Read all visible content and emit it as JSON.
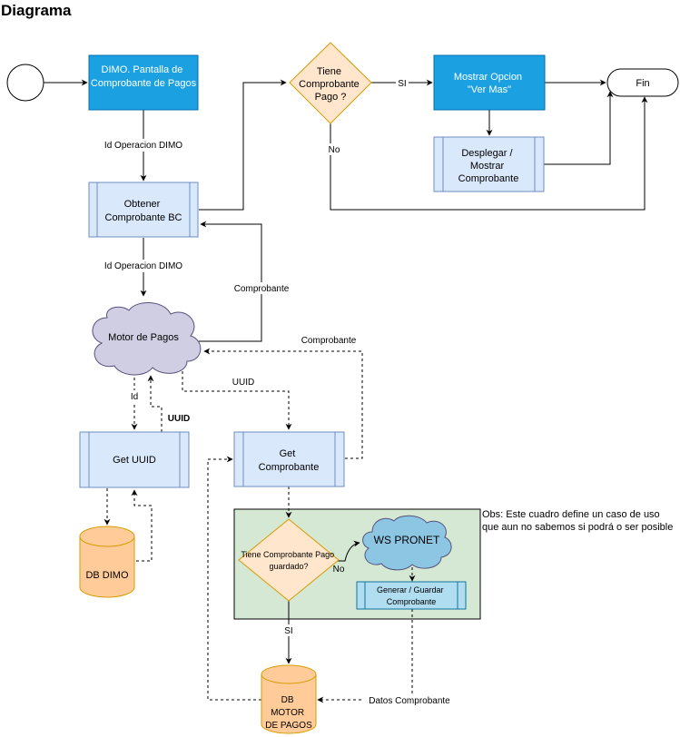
{
  "title": "Diagrama",
  "nodes": {
    "dimo_screen": "DIMO. Pantalla de Comprobante de Pagos",
    "obtener_bc": "Obtener Comprobante BC",
    "tiene_comprobante": "Tiene Comprobante Pago ?",
    "mostrar_opcion": "Mostrar Opcion \"Ver Mas\"",
    "fin": "Fin",
    "desplegar": "Desplegar / Mostrar Comprobante",
    "motor_pagos": "Motor de Pagos",
    "get_uuid": "Get UUID",
    "get_comprobante": "Get Comprobante",
    "db_dimo": "DB DIMO",
    "tiene_guardado": "Tiene Comprobante Pago guardado?",
    "ws_pronet": "WS PRONET",
    "generar_guardar": "Generar / Guardar Comprobante",
    "db_motor": "DB MOTOR DE PAGOS"
  },
  "edge_labels": {
    "id_operacion_1": "Id Operacion DIMO",
    "id_operacion_2": "Id Operacion DIMO",
    "si_top": "SI",
    "no_top": "No",
    "comprobante_1": "Comprobante",
    "comprobante_2": "Comprobante",
    "uuid_plain": "UUID",
    "uuid_bold": "UUID",
    "id": "Id",
    "no_bottom": "No",
    "si_bottom": "SI",
    "datos_comprobante": "Datos Comprobante"
  },
  "note": "Obs: Este cuadro define un caso de uso que aun no sabemos si podrá  o ser posible",
  "colors": {
    "blue_process": "#1BA1E2",
    "light_process": "#DAE8FC",
    "process_border": "#6C8EBF",
    "decision": "#FFE6CC",
    "decision_border": "#D79B00",
    "db_fill": "#FFCC99",
    "cloud": "#D0CEE2",
    "cloud_border": "#56517E",
    "ws_cloud": "#8CC6E3",
    "group_fill": "#D5E8D4",
    "generar_fill": "#B1DDF0"
  }
}
